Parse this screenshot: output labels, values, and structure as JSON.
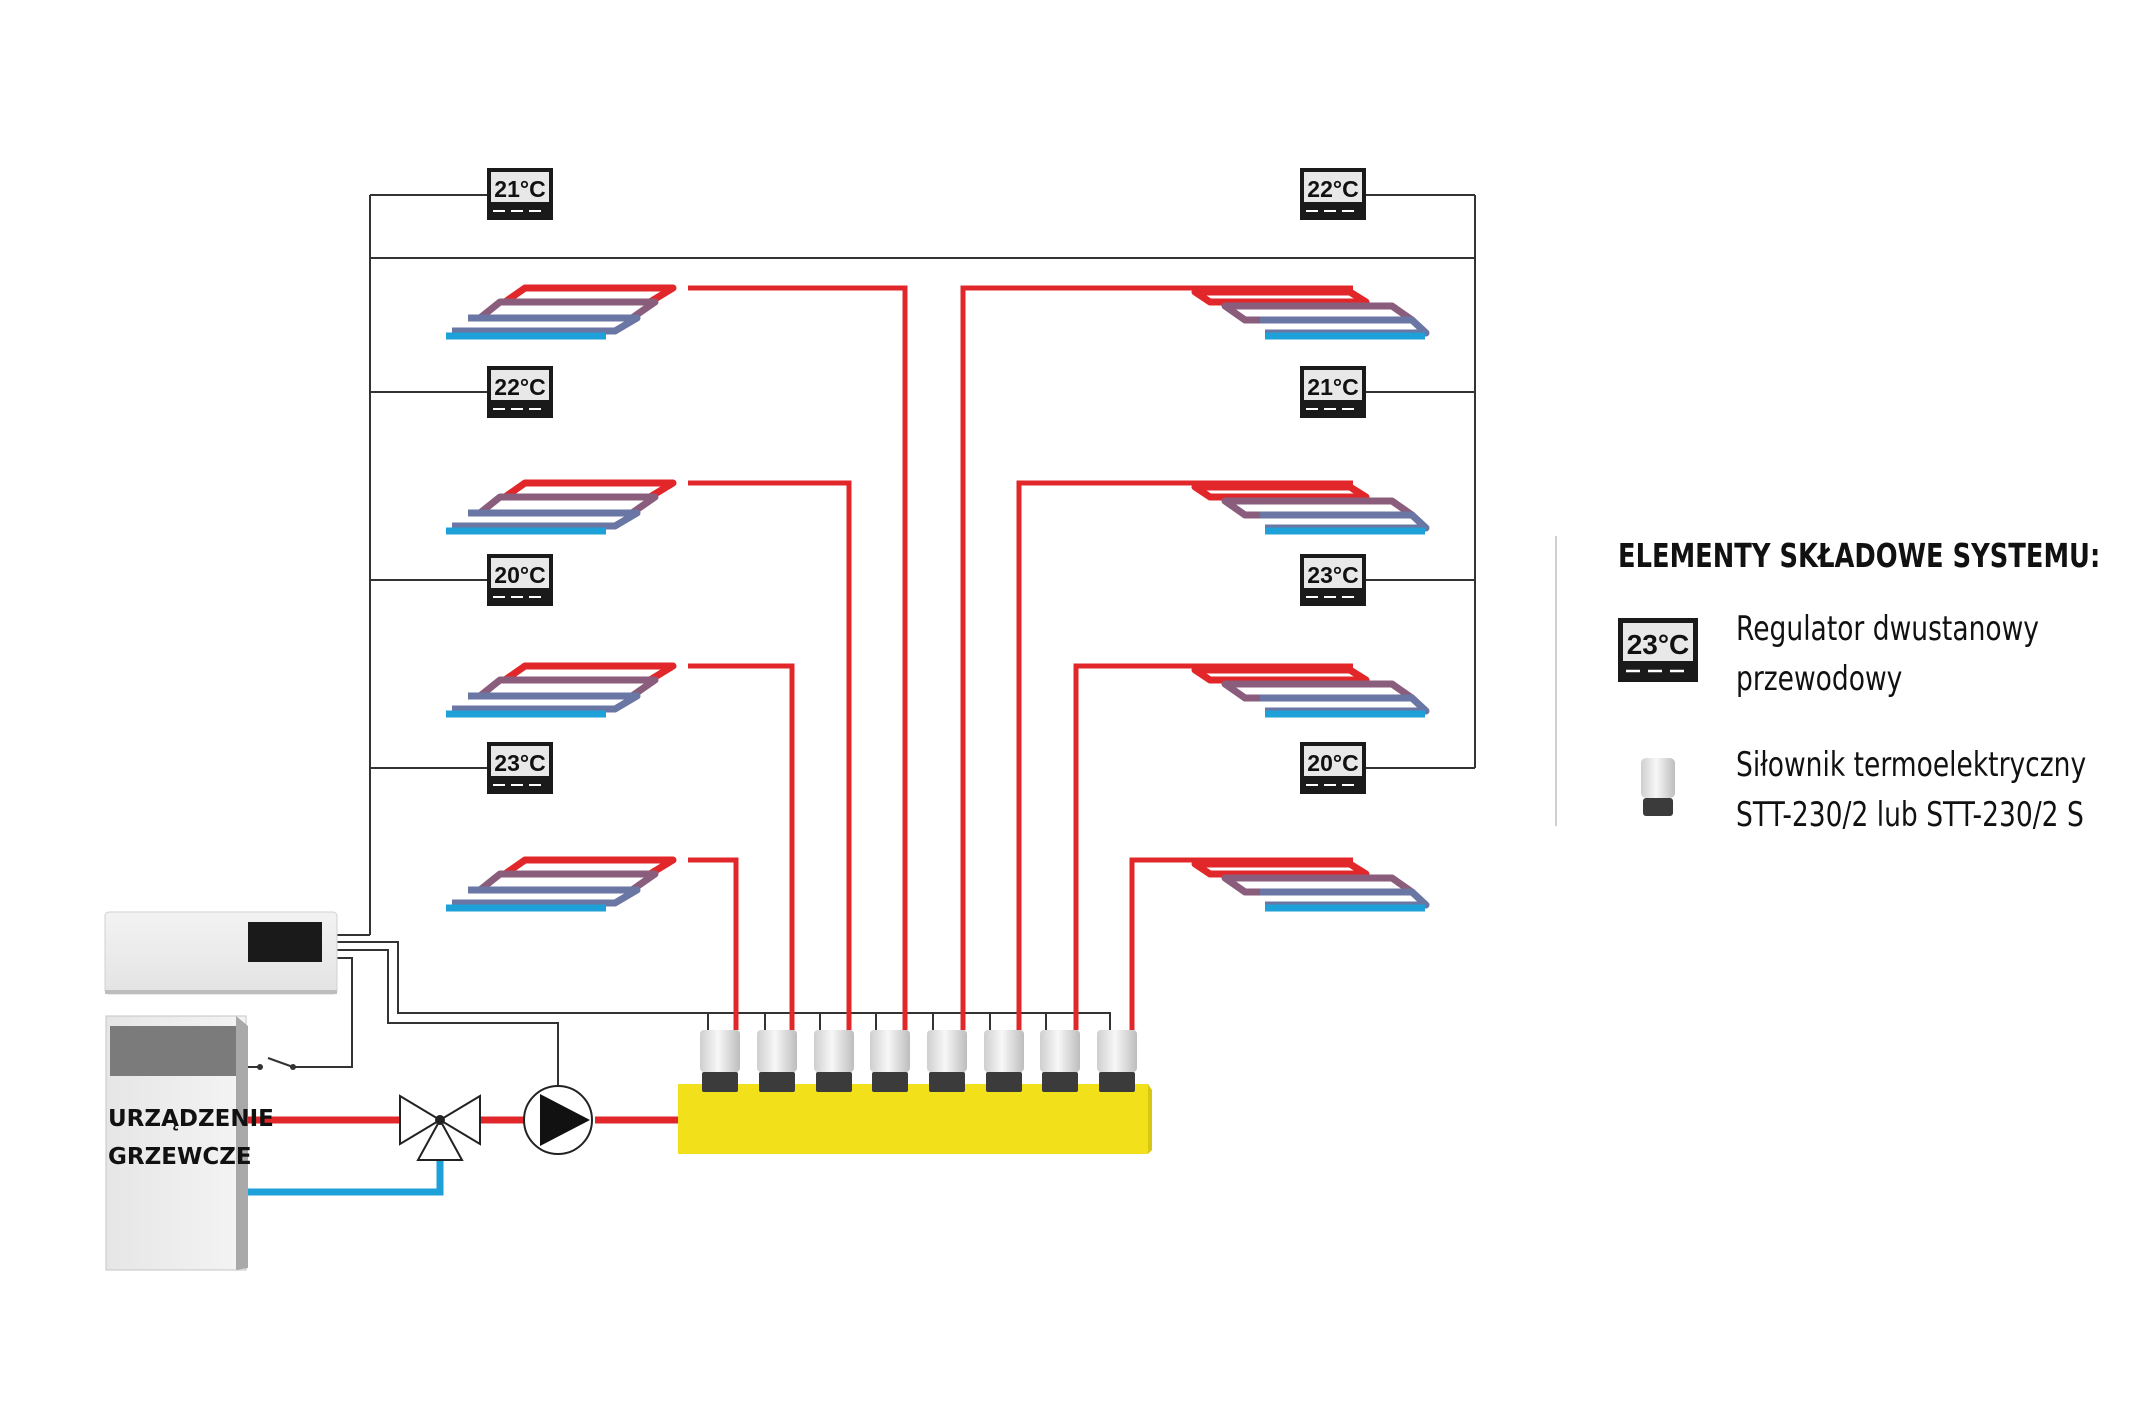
{
  "regulators": [
    {
      "temp": "21°C",
      "side": "left"
    },
    {
      "temp": "22°C",
      "side": "left"
    },
    {
      "temp": "20°C",
      "side": "left"
    },
    {
      "temp": "23°C",
      "side": "left"
    },
    {
      "temp": "22°C",
      "side": "right"
    },
    {
      "temp": "21°C",
      "side": "right"
    },
    {
      "temp": "23°C",
      "side": "right"
    },
    {
      "temp": "20°C",
      "side": "right"
    }
  ],
  "heating_device": {
    "line1": "URZĄDZENIE",
    "line2": "GRZEWCZE"
  },
  "legend": {
    "title": "ELEMENTY SKŁADOWE SYSTEMU:",
    "regulator": {
      "icon_temp": "23°C",
      "line1": "Regulator dwustanowy",
      "line2": "przewodowy"
    },
    "actuator": {
      "icon": "actuator-icon",
      "line1": "Siłownik termoelektryczny",
      "line2": "STT-230/2 lub STT-230/2 S"
    }
  },
  "colors": {
    "supply": "#e2272b",
    "return": "#1da1d8",
    "manifold": "#f2e01a",
    "wire": "#333333"
  }
}
